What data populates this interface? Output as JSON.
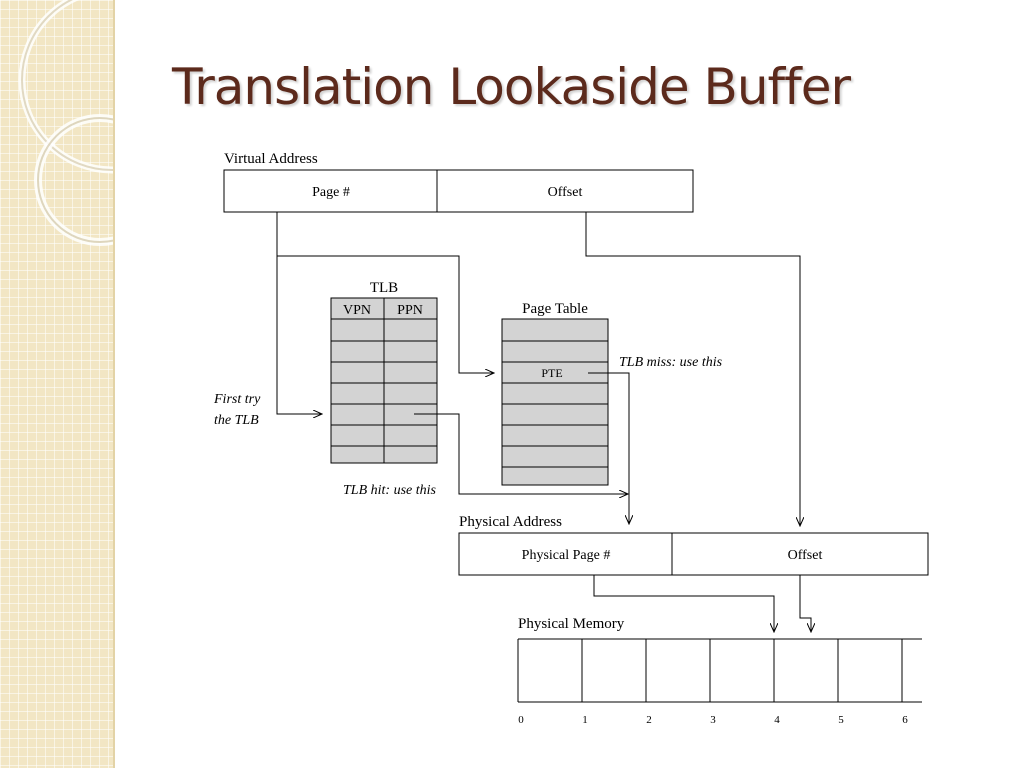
{
  "slide": {
    "title": "Translation Lookaside Buffer"
  },
  "diagram": {
    "virtual_address": {
      "label": "Virtual Address",
      "fields": [
        "Page #",
        "Offset"
      ]
    },
    "tlb": {
      "label": "TLB",
      "columns": [
        "VPN",
        "PPN"
      ]
    },
    "page_table": {
      "label": "Page Table",
      "entry_label": "PTE"
    },
    "annotations": {
      "first_try_line1": "First try",
      "first_try_line2": "the TLB",
      "tlb_miss": "TLB miss: use this",
      "tlb_hit": "TLB hit: use this"
    },
    "physical_address": {
      "label": "Physical Address",
      "fields": [
        "Physical Page #",
        "Offset"
      ]
    },
    "physical_memory": {
      "label": "Physical Memory",
      "frame_numbers": [
        "0",
        "1",
        "2",
        "3",
        "4",
        "5",
        "6"
      ]
    }
  },
  "colors": {
    "title": "#5c2a1c",
    "table_fill": "#d3d3d3",
    "sidebar": "#f2e6c4"
  }
}
